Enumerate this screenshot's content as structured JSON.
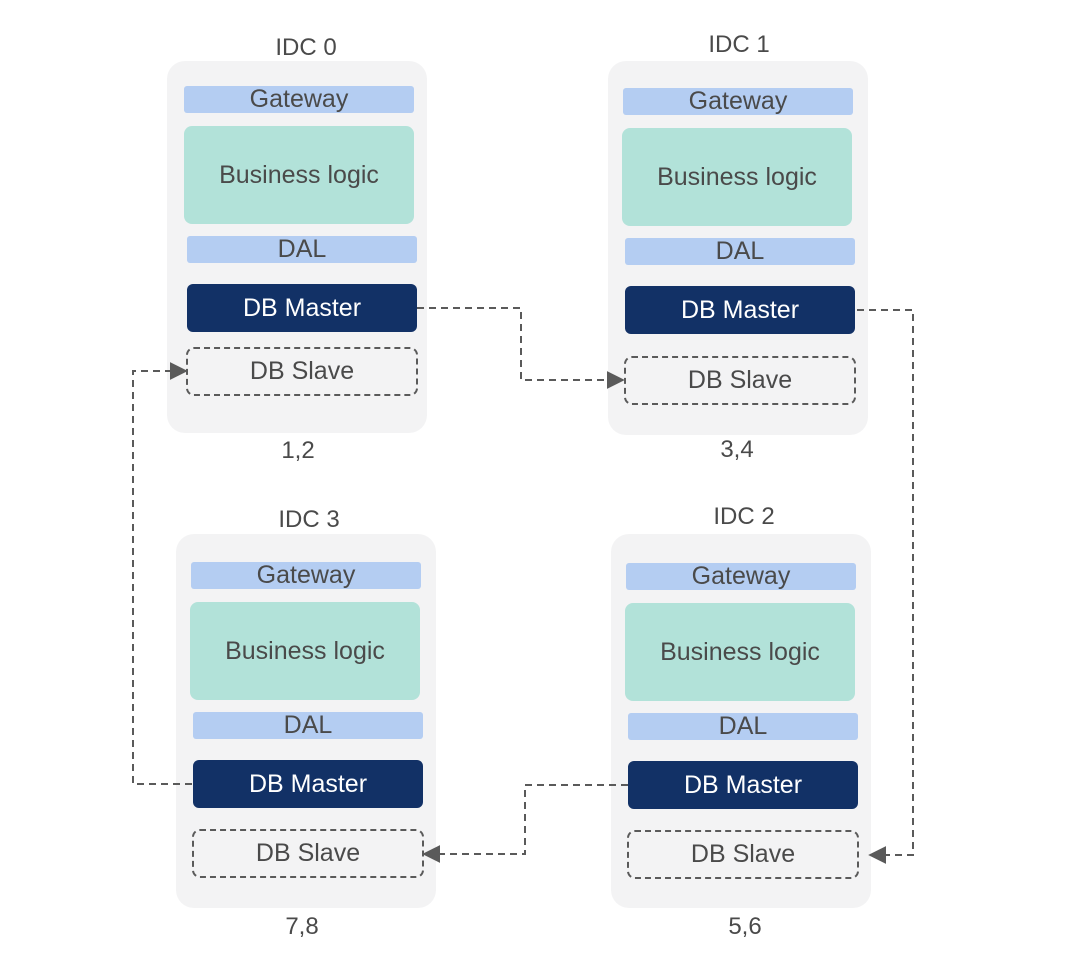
{
  "idcs": [
    {
      "title": "IDC 0",
      "shards": "1,2",
      "gateway": "Gateway",
      "logic": "Business logic",
      "dal": "DAL",
      "master": "DB Master",
      "slave": "DB Slave"
    },
    {
      "title": "IDC 1",
      "shards": "3,4",
      "gateway": "Gateway",
      "logic": "Business logic",
      "dal": "DAL",
      "master": "DB Master",
      "slave": "DB Slave"
    },
    {
      "title": "IDC 3",
      "shards": "7,8",
      "gateway": "Gateway",
      "logic": "Business logic",
      "dal": "DAL",
      "master": "DB Master",
      "slave": "DB Slave"
    },
    {
      "title": "IDC 2",
      "shards": "5,6",
      "gateway": "Gateway",
      "logic": "Business logic",
      "dal": "DAL",
      "master": "DB Master",
      "slave": "DB Slave"
    }
  ],
  "colors": {
    "panel": "#f3f3f4",
    "gateway": "#b4cdf2",
    "logic": "#b2e2d9",
    "master": "#123166",
    "connector": "#5a5a5a"
  }
}
